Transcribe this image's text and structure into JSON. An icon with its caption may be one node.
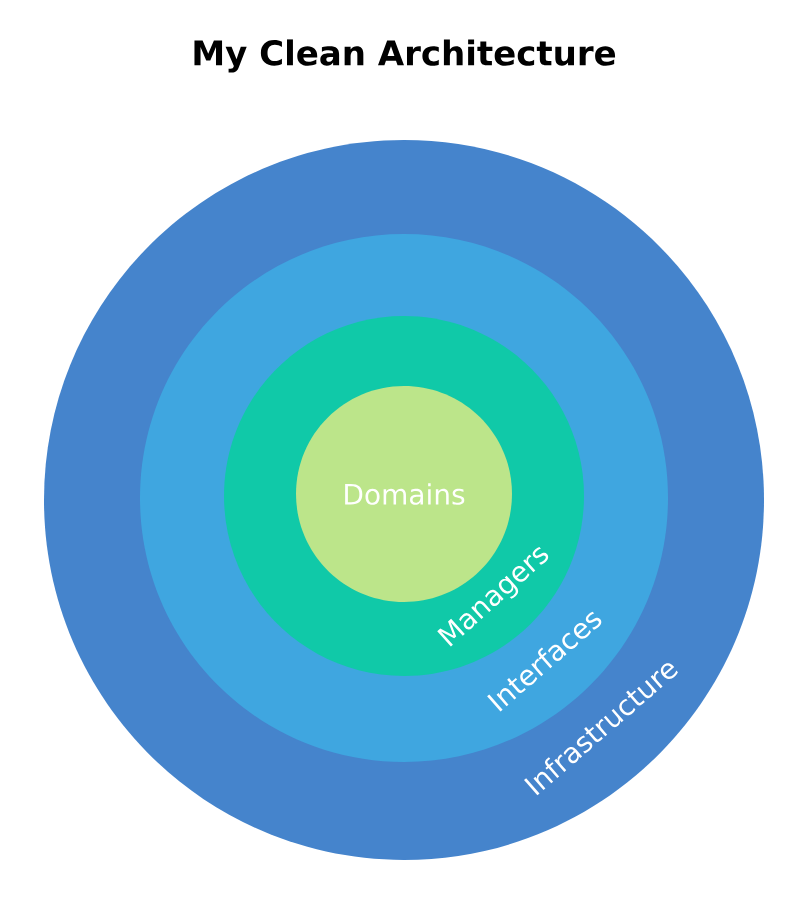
{
  "diagram": {
    "title": "My Clean Architecture",
    "nodes": [
      {
        "text": [
          "Infrastructure"
        ]
      },
      {
        "text": [
          "Interfaces"
        ],
        "in": 0
      },
      {
        "text": [
          "Managers"
        ],
        "in": 1
      },
      {
        "text": [
          "Domains"
        ],
        "in": 2
      }
    ]
  }
}
